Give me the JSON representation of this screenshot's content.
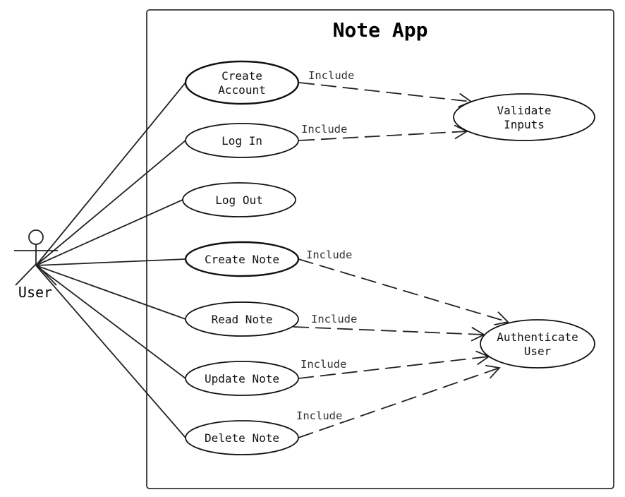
{
  "system": {
    "title": "Note App"
  },
  "actor": {
    "label": "User"
  },
  "use_cases": [
    {
      "id": "create-account",
      "lines": [
        "Create",
        "Account"
      ]
    },
    {
      "id": "log-in",
      "lines": [
        "Log In"
      ]
    },
    {
      "id": "log-out",
      "lines": [
        "Log Out"
      ]
    },
    {
      "id": "create-note",
      "lines": [
        "Create Note"
      ]
    },
    {
      "id": "read-note",
      "lines": [
        "Read Note"
      ]
    },
    {
      "id": "update-note",
      "lines": [
        "Update Note"
      ]
    },
    {
      "id": "delete-note",
      "lines": [
        "Delete Note"
      ]
    },
    {
      "id": "validate-inputs",
      "lines": [
        "Validate",
        "Inputs"
      ]
    },
    {
      "id": "authenticate-user",
      "lines": [
        "Authenticate",
        "User"
      ]
    }
  ],
  "associations": [
    "create-account",
    "log-in",
    "log-out",
    "create-note",
    "read-note",
    "update-note",
    "delete-note"
  ],
  "includes": [
    {
      "from": "create-account",
      "to": "validate-inputs",
      "label": "Include"
    },
    {
      "from": "log-in",
      "to": "validate-inputs",
      "label": "Include"
    },
    {
      "from": "create-note",
      "to": "authenticate-user",
      "label": "Include"
    },
    {
      "from": "read-note",
      "to": "authenticate-user",
      "label": "Include"
    },
    {
      "from": "update-note",
      "to": "authenticate-user",
      "label": "Include"
    },
    {
      "from": "delete-note",
      "to": "authenticate-user",
      "label": "Include"
    }
  ]
}
